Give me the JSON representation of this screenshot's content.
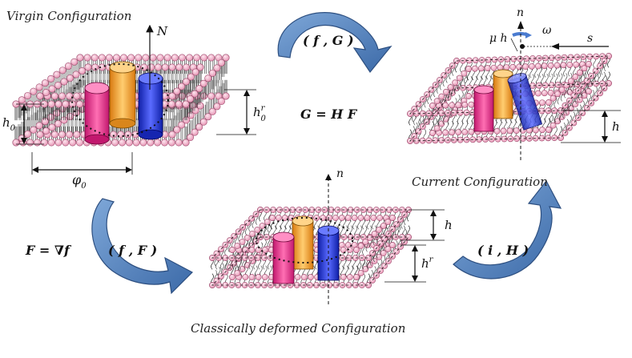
{
  "labels": {
    "virgin": "Virgin Configuration",
    "current": "Current Configuration",
    "classical": "Classically deformed Configuration"
  },
  "symbols": {
    "N": "N",
    "n_top": "n",
    "n_mid": "n",
    "h0": "h",
    "h0_sub": "0",
    "hr0": "h",
    "hr0_sup": "r",
    "hr0_sub": "0",
    "phi0": "φ",
    "phi0_sub": "0",
    "h_current": "h",
    "h_mid": "h",
    "hr_mid": "h",
    "hr_mid_sup": "r",
    "mu_h": "μ h",
    "omega": "ω",
    "s": "s"
  },
  "maps": {
    "fG": "( f , G )",
    "fF": "( f , F )",
    "iH": "( i , H )",
    "eqG": "G = H F",
    "eqF": "F = ∇f"
  },
  "colors": {
    "arrow": "#5b86c0",
    "arrow_dark": "#2d4f80",
    "lipid": "#f4b6cc",
    "lipid_stroke": "#8b3a5a",
    "pink_protein": "#e8418f",
    "orange_protein": "#f6a431",
    "blue_protein": "#2b3fe0"
  }
}
